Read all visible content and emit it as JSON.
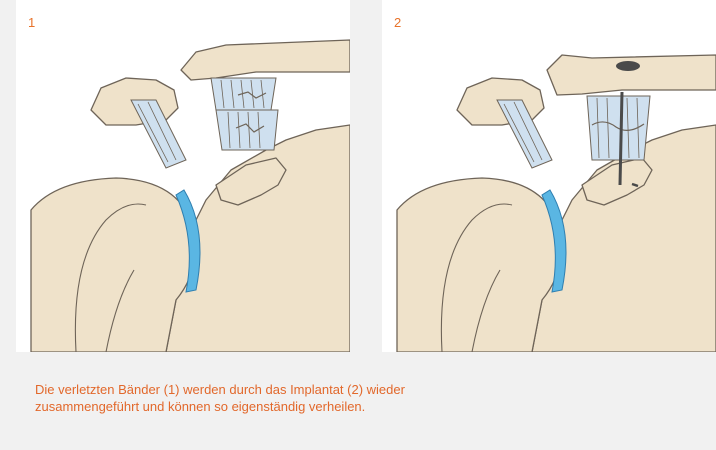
{
  "figure": {
    "panels": [
      {
        "number": "1"
      },
      {
        "number": "2"
      }
    ],
    "caption": {
      "line1": "Die verletzten Bänder (1) werden durch das Implantat (2) wieder",
      "line2": "zusammengeführt und können so eigenständig verheilen."
    }
  },
  "colors": {
    "background": "#f1f1f1",
    "panel": "#ffffff",
    "bone": "#efe2ca",
    "outline": "#6e6458",
    "ligament": "#cfe0ef",
    "cartilage": "#5ab6e3",
    "implant": "#4a4a4a",
    "accent": "#e8732a"
  }
}
